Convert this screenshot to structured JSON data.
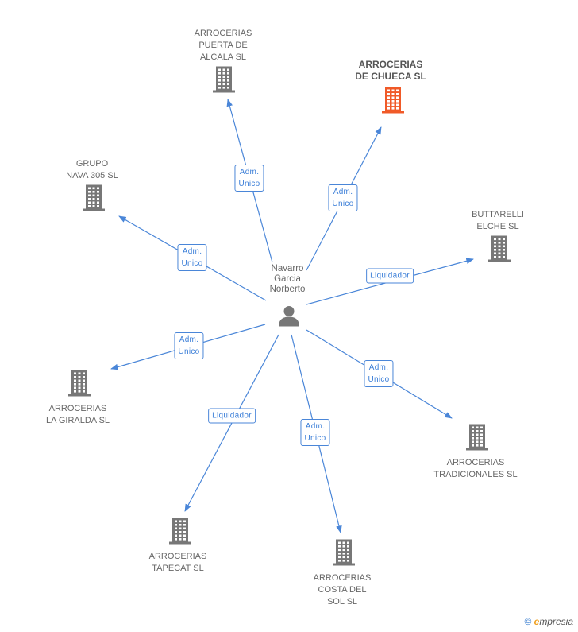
{
  "center": {
    "name_lines": [
      "Navarro",
      "Garcia",
      "Norberto"
    ],
    "icon": "person-icon"
  },
  "colors": {
    "edge": "#4a86d8",
    "building": "#777777",
    "highlight": "#f05a28"
  },
  "companies": [
    {
      "id": "puerta",
      "lines": [
        "ARROCERIAS",
        "PUERTA DE",
        "ALCALA SL"
      ],
      "highlight": false,
      "relation": "Adm. Unico",
      "rel_lines": [
        "Adm.",
        "Unico"
      ]
    },
    {
      "id": "chueca",
      "lines": [
        "ARROCERIAS",
        "DE CHUECA SL"
      ],
      "highlight": true,
      "relation": "Adm. Unico",
      "rel_lines": [
        "Adm.",
        "Unico"
      ]
    },
    {
      "id": "nava",
      "lines": [
        "GRUPO",
        "NAVA 305 SL"
      ],
      "highlight": false,
      "relation": "Adm. Unico",
      "rel_lines": [
        "Adm.",
        "Unico"
      ]
    },
    {
      "id": "buttarelli",
      "lines": [
        "BUTTARELLI",
        "ELCHE SL"
      ],
      "highlight": false,
      "relation": "Liquidador",
      "rel_lines": [
        "Liquidador"
      ]
    },
    {
      "id": "giralda",
      "lines": [
        "ARROCERIAS",
        "LA GIRALDA SL"
      ],
      "highlight": false,
      "relation": "Adm. Unico",
      "rel_lines": [
        "Adm.",
        "Unico"
      ]
    },
    {
      "id": "tradicionales",
      "lines": [
        "ARROCERIAS",
        "TRADICIONALES SL"
      ],
      "highlight": false,
      "relation": "Adm. Unico",
      "rel_lines": [
        "Adm.",
        "Unico"
      ]
    },
    {
      "id": "tapecat",
      "lines": [
        "ARROCERIAS",
        "TAPECAT SL"
      ],
      "highlight": false,
      "relation": "Liquidador",
      "rel_lines": [
        "Liquidador"
      ]
    },
    {
      "id": "costa",
      "lines": [
        "ARROCERIAS",
        "COSTA DEL",
        "SOL SL"
      ],
      "highlight": false,
      "relation": "Adm. Unico",
      "rel_lines": [
        "Adm.",
        "Unico"
      ]
    }
  ],
  "footer": {
    "copyright": "©",
    "brand_e": "e",
    "brand_rest": "mpresia"
  }
}
